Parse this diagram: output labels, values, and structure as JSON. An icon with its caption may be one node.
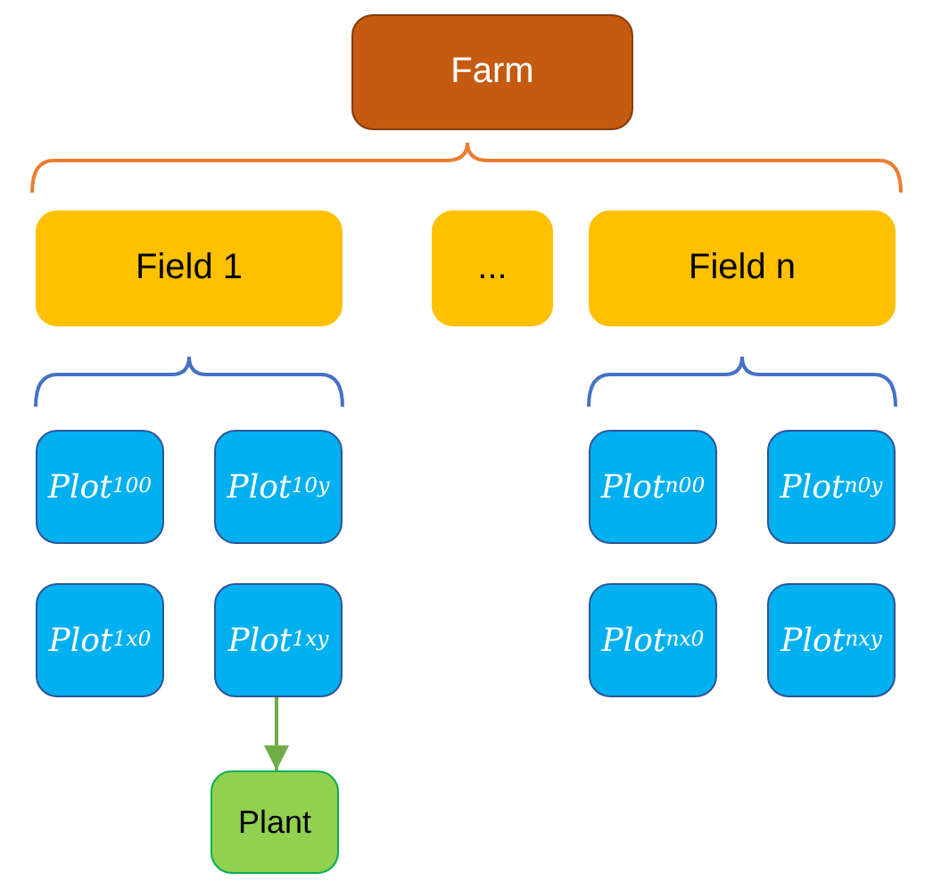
{
  "diagram": {
    "nodes": [
      {
        "text": [
          "Farm"
        ]
      },
      {
        "text": [
          "Field 1"
        ]
      },
      {
        "text": [
          "..."
        ]
      },
      {
        "text": [
          "Field n"
        ]
      },
      {
        "text": [
          "Plot$^{1}$$_{00}$"
        ]
      },
      {
        "text": [
          "Plot$^{1}$$_{0y}$"
        ]
      },
      {
        "text": [
          "Plot$^{1}$$_{x0}$"
        ]
      },
      {
        "text": [
          "Plot$^{1}$$_{xy}$"
        ]
      },
      {
        "text": [
          "Plot$^{n}$$_{00}$"
        ]
      },
      {
        "text": [
          "Plot$^{n}$$_{0y}$"
        ]
      },
      {
        "text": [
          "Plot$^{n}$$_{x0}$"
        ]
      },
      {
        "text": [
          "Plot$^{n}$$_{xy}$"
        ]
      },
      {
        "text": [
          "Plant"
        ]
      }
    ],
    "edges": [
      {
        "from": 7,
        "to": 12,
        "arrow": "to"
      }
    ]
  }
}
